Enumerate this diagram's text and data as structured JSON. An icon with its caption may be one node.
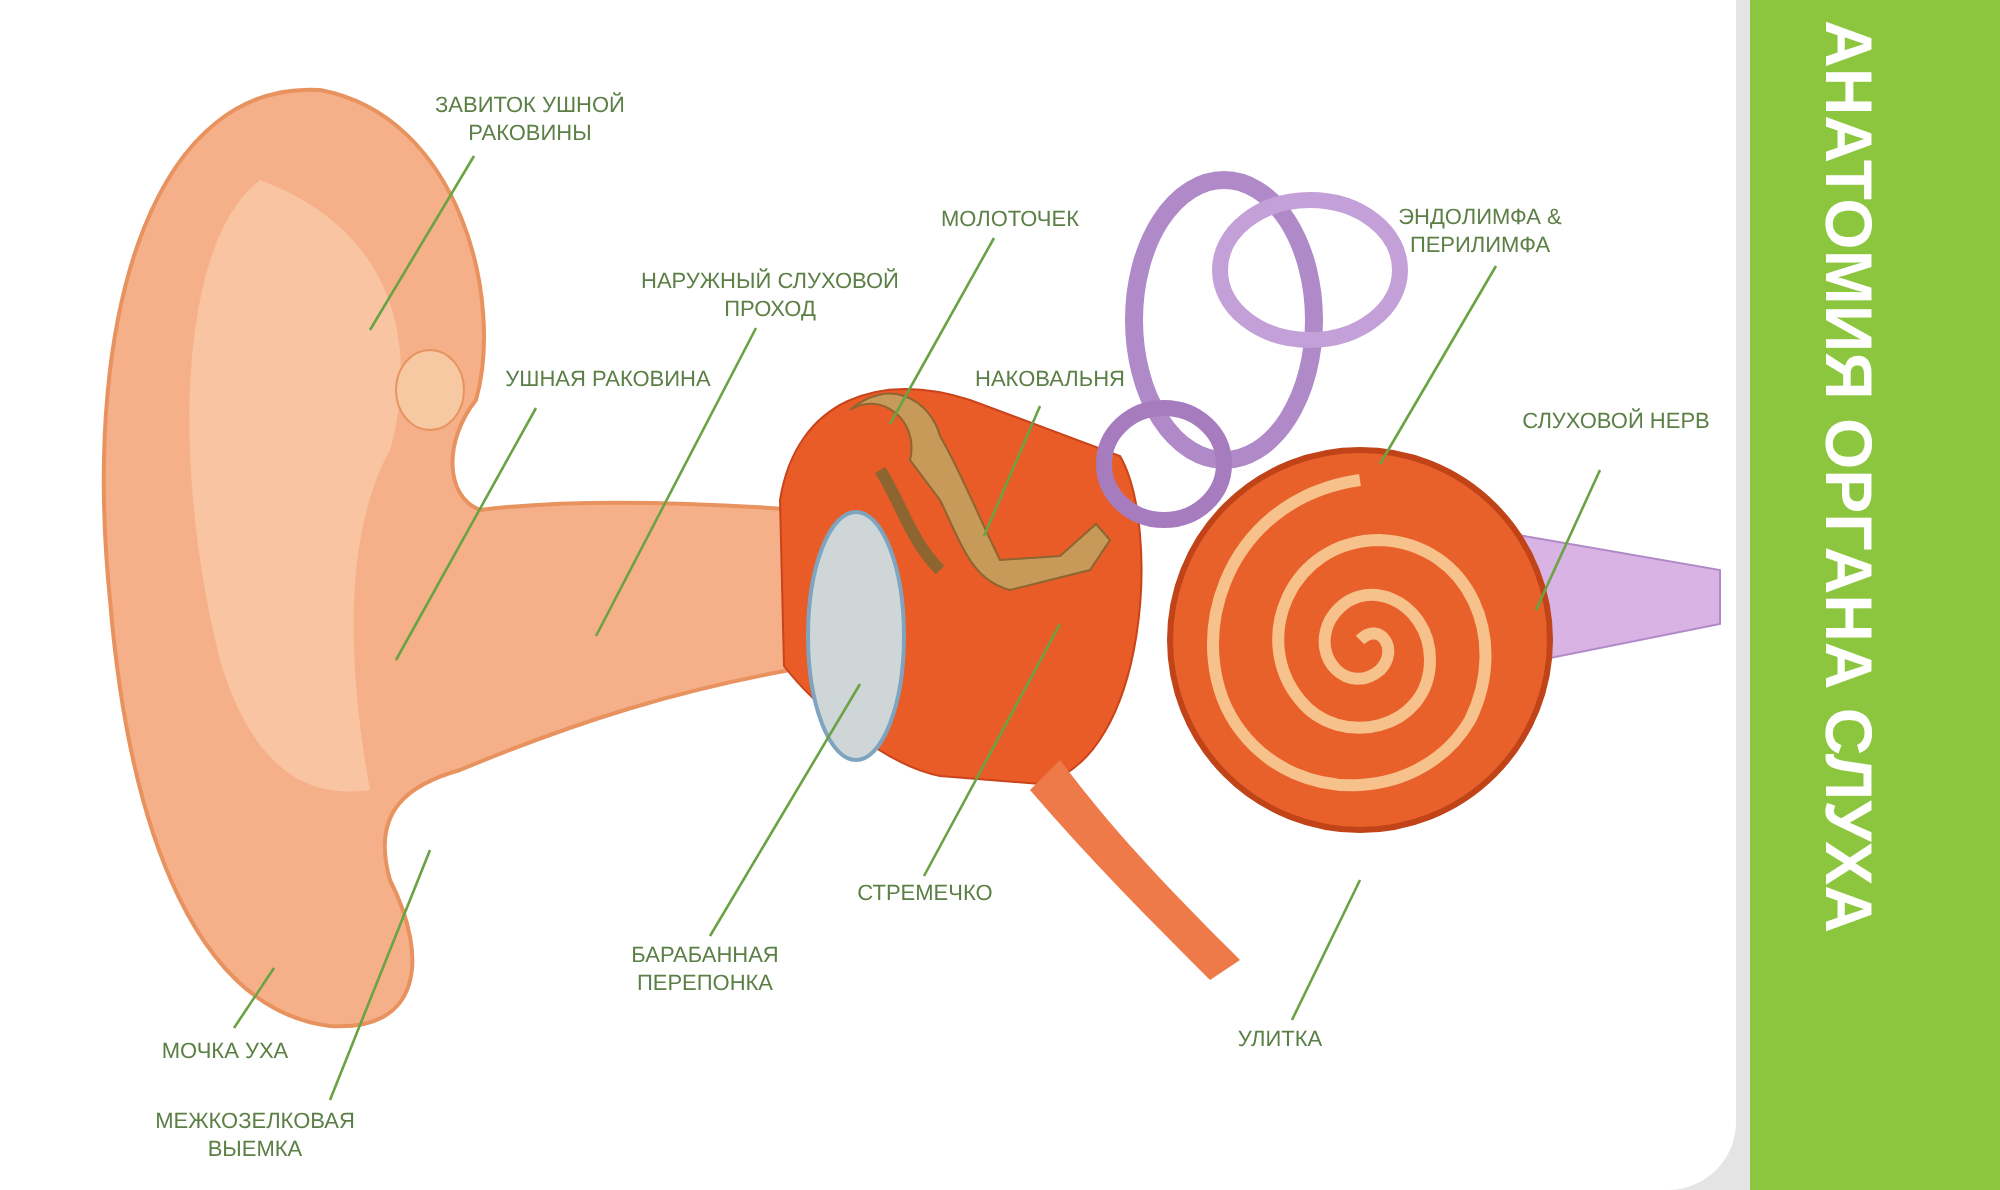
{
  "diagram": {
    "title": "АНАТОМИЯ ОРГАНА СЛУХА",
    "nodes": [
      {
        "text": [
          "ЗАВИТОК УШНОЙ РАКОВИНЫ"
        ]
      },
      {
        "text": [
          "МОЛОТОЧЕК"
        ]
      },
      {
        "text": [
          "ЭНДОЛИМФА & ПЕРИЛИМФА"
        ]
      },
      {
        "text": [
          "НАРУЖНЫЙ СЛУХОВОЙ ПРОХОД"
        ]
      },
      {
        "text": [
          "УШНАЯ РАКОВИНА"
        ]
      },
      {
        "text": [
          "НАКОВАЛЬНЯ"
        ]
      },
      {
        "text": [
          "СЛУХОВОЙ НЕРВ"
        ]
      },
      {
        "text": [
          "СТРЕМЕЧКО"
        ]
      },
      {
        "text": [
          "БАРАБАННАЯ ПЕРЕПОНКА"
        ]
      },
      {
        "text": [
          "МОЧКА УХА"
        ]
      },
      {
        "text": [
          "УЛИТКА"
        ]
      },
      {
        "text": [
          "МЕЖКОЗЕЛКОВАЯ ВЫЕМКА"
        ]
      }
    ],
    "edges": [
      {
        "from": 0,
        "to": null,
        "arrow": "none"
      },
      {
        "from": 1,
        "to": null,
        "arrow": "none"
      },
      {
        "from": 2,
        "to": null,
        "arrow": "none"
      },
      {
        "from": 3,
        "to": null,
        "arrow": "none"
      },
      {
        "from": 4,
        "to": null,
        "arrow": "none"
      },
      {
        "from": 5,
        "to": null,
        "arrow": "none"
      },
      {
        "from": 6,
        "to": null,
        "arrow": "none"
      },
      {
        "from": 7,
        "to": null,
        "arrow": "none"
      },
      {
        "from": 8,
        "to": null,
        "arrow": "none"
      },
      {
        "from": 9,
        "to": null,
        "arrow": "none"
      },
      {
        "from": 10,
        "to": null,
        "arrow": "none"
      },
      {
        "from": 11,
        "to": null,
        "arrow": "none"
      }
    ]
  }
}
